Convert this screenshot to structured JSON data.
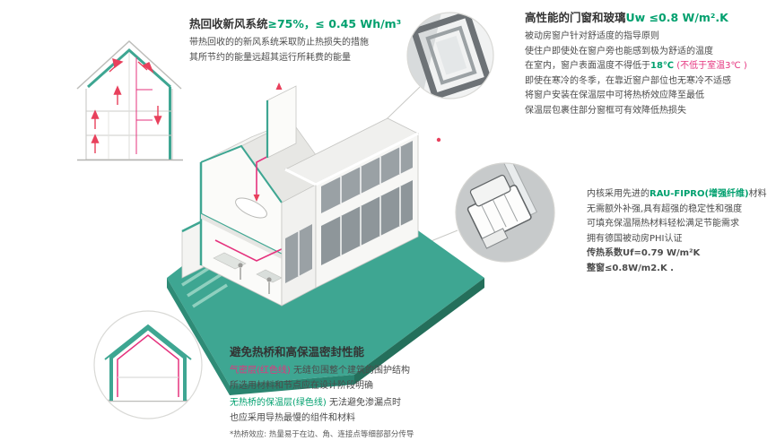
{
  "palette": {
    "teal_illustration": "#3EA692",
    "green_text": "#00A06E",
    "pink_text": "#E5337E",
    "red_arrow": "#E8405C",
    "dark_text": "#333333"
  },
  "ventilation": {
    "title": "热回收新风系统",
    "title_value": "≥75%，≤ 0.45 Wh/m³",
    "line1": "带热回收的的新风系统采取防止热损失的措施",
    "line2": "其所节约的能量远超其运行所耗费的能量"
  },
  "windows": {
    "title": "高性能的门窗和玻璃",
    "title_value": "Uw ≤0.8 W/m².K",
    "line1": "被动房窗户针对舒适度的指导原则",
    "line2": "使住户即使处在窗户旁也能感到极为舒适的温度",
    "line3_pre": "在室内，窗户表面温度不得低于",
    "line3_value": "18℃",
    "line3_note": " (不低于室温3℃ )",
    "line4": "即使在寒冷的冬季，在靠近窗户部位也无寒冷不适感",
    "line5": "将窗户安装在保温层中可将热桥效应降至最低",
    "line6": "保温层包裹住部分窗框可有效降低热损失"
  },
  "frame": {
    "line1_pre": "内核采用先进的",
    "line1_value": "RAU-FIPRO(增强纤维)",
    "line1_post": "材料",
    "line2": "无需额外补强,具有超强的稳定性和强度",
    "line3": "可填充保温隔热材料轻松满足节能需求",
    "line4": "拥有德国被动房PHI认证",
    "line5": "传热系数Uf=0.79 W/m²K",
    "line6": "整窗≤0.8W/m2.K ."
  },
  "thermal": {
    "title": "避免热桥和高保温密封性能",
    "line1_label": "气密层(红色线)",
    "line1_rest": " 无缝包围整个建筑的围护结构",
    "line2": "所选用材料和节点应在设计阶段明确",
    "line3_label": "无热桥的保温层(绿色线)",
    "line3_rest": " 无法避免渗漏点时",
    "line4": "也应采用导热最慢的组件和材料",
    "footnote": "*热桥效应: 热量易于在边、角、连接点等细部部分传导"
  }
}
